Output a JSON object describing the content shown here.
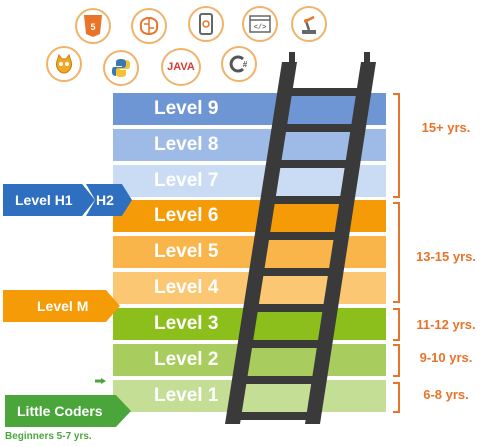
{
  "levels": [
    {
      "label": "Level 9"
    },
    {
      "label": "Level 8"
    },
    {
      "label": "Level 7"
    },
    {
      "label": "Level 6"
    },
    {
      "label": "Level 5"
    },
    {
      "label": "Level 4"
    },
    {
      "label": "Level 3"
    },
    {
      "label": "Level 2"
    },
    {
      "label": "Level 1"
    }
  ],
  "tabs": {
    "h1": "Level H1",
    "h2": "H2",
    "m": "Level M",
    "little_coders": "Little Coders",
    "beginners": "Beginners 5-7 yrs."
  },
  "ages": {
    "a15": "15+ yrs.",
    "a13": "13-15 yrs.",
    "a11": "11-12 yrs.",
    "a9": "9-10 yrs.",
    "a6": "6-8 yrs."
  },
  "icons": {
    "html5": "html5-icon",
    "ai": "ai-brain-icon",
    "mobile": "mobile-app-icon",
    "code": "code-window-icon",
    "robot": "robot-arm-icon",
    "scratch": "scratch-cat-icon",
    "python": "python-icon",
    "java_text": "JAVA",
    "csharp": "csharp-icon"
  },
  "colors": {
    "blue": "#2f6fbf",
    "orange": "#f59b08",
    "green": "#4aa63a",
    "age_text": "#e8742a",
    "ladder": "#3a3a3a"
  }
}
